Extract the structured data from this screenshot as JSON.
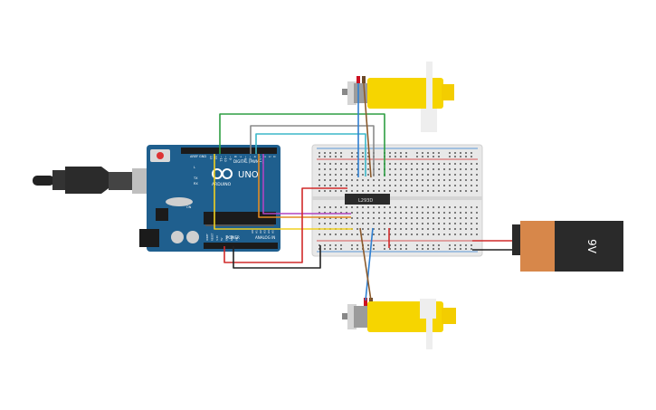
{
  "arduino": {
    "logo": "UNO",
    "brand": "ARDUINO",
    "digital_label": "DIGITAL (PWM~)",
    "power_label": "POWER",
    "analog_label": "ANALOG IN",
    "aref": "AREF",
    "gnd": "GND",
    "tx": "TX",
    "rx": "RX",
    "l_led": "L",
    "on_led": "ON",
    "digital_pins": [
      "13",
      "12",
      "~11",
      "~10",
      "~9",
      "8",
      "7",
      "~6",
      "~5",
      "4",
      "~3",
      "2",
      "1",
      "0"
    ],
    "analog_pins": [
      "A0",
      "A1",
      "A2",
      "A3",
      "A4",
      "A5"
    ],
    "power_pins": [
      "IOREF",
      "RESET",
      "3.3V",
      "5V",
      "GND",
      "GND",
      "Vin"
    ]
  },
  "chip": {
    "label": "L293D"
  },
  "battery": {
    "label": "9V"
  },
  "colors": {
    "board": "#1f5f8e",
    "breadboard": "#e8e8e8",
    "motor_yellow": "#f6d500",
    "battery_orange": "#d7874a",
    "battery_dark": "#2a2a2a",
    "wire_green": "#2e9e43",
    "wire_gray": "#8a8a8a",
    "wire_teal": "#3cb7c8",
    "wire_orange": "#e28b22",
    "wire_yellow": "#f0d020",
    "wire_purple": "#b044c0",
    "wire_red": "#d12a2a",
    "wire_black": "#222222",
    "wire_brown": "#8b5a2b",
    "wire_blue": "#2f7fd0"
  }
}
